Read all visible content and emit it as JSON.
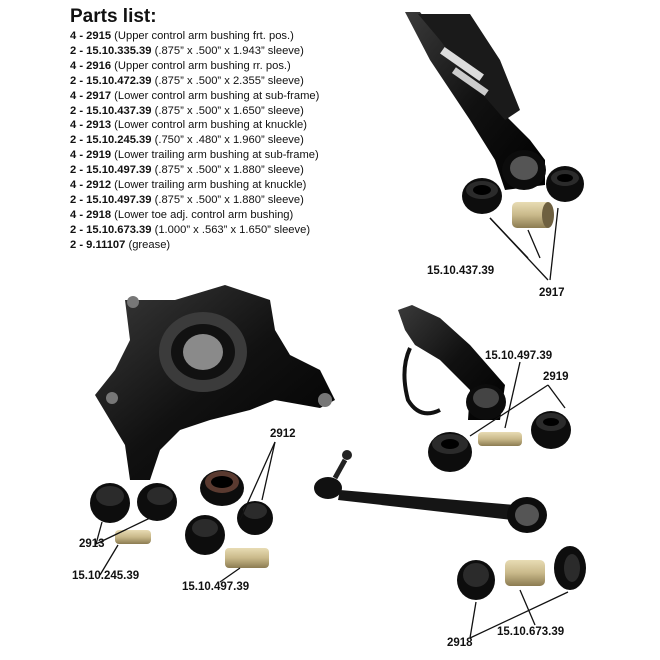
{
  "parts_list": {
    "title": "Parts list:",
    "items": [
      {
        "code": "4 - 2915",
        "desc": " (Upper control arm bushing frt. pos.)"
      },
      {
        "code": "2 - 15.10.335.39",
        "desc": " (.875” x .500” x 1.943” sleeve)"
      },
      {
        "code": "4 - 2916",
        "desc": " (Upper control arm bushing rr. pos.)"
      },
      {
        "code": "2 - 15.10.472.39",
        "desc": " (.875” x .500” x 2.355” sleeve)"
      },
      {
        "code": "4 - 2917",
        "desc": " (Lower control arm bushing at sub-frame)"
      },
      {
        "code": "2 - 15.10.437.39",
        "desc": " (.875” x .500” x 1.650” sleeve)"
      },
      {
        "code": "4 - 2913",
        "desc": " (Lower control arm bushing at knuckle)"
      },
      {
        "code": "2 - 15.10.245.39",
        "desc": " (.750” x .480” x 1.960” sleeve)"
      },
      {
        "code": "4 - 2919",
        "desc": " (Lower trailing arm bushing at sub-frame)"
      },
      {
        "code": "2 - 15.10.497.39",
        "desc": " (.875” x .500” x 1.880” sleeve)"
      },
      {
        "code": "4 - 2912",
        "desc": " (Lower trailing arm bushing at knuckle)"
      },
      {
        "code": "2 - 15.10.497.39",
        "desc": " (.875” x .500” x 1.880” sleeve)"
      },
      {
        "code": "4 - 2918",
        "desc": " (Lower toe adj. control arm bushing)"
      },
      {
        "code": "2 - 15.10.673.39",
        "desc": " (1.000” x .563” x 1.650” sleeve)"
      },
      {
        "code": "2  -  9.11107",
        "desc": " (grease)"
      }
    ]
  },
  "callouts": {
    "sleeve_437": "15.10.437.39",
    "bushing_2917": "2917",
    "sleeve_497_trailing": "15.10.497.39",
    "bushing_2919": "2919",
    "bushing_2912": "2912",
    "bushing_2913": "2913",
    "sleeve_245": "15.10.245.39",
    "sleeve_497_knuckle": "15.10.497.39",
    "bushing_2918": "2918",
    "sleeve_673": "15.10.673.39"
  },
  "colors": {
    "black_part": "#111111",
    "bushing": "#0d0d0d",
    "sleeve_brass": "#c9b98a",
    "metal_gray": "#8a8a8a"
  }
}
